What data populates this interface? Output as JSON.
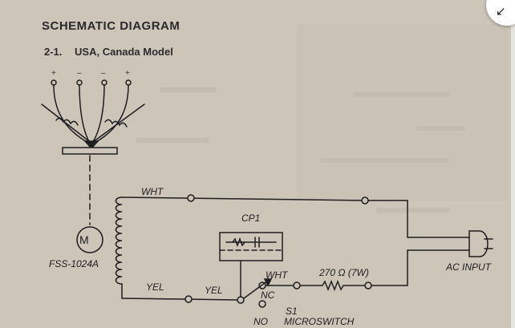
{
  "heading": "SCHEMATIC DIAGRAM",
  "section": {
    "number": "2-1.",
    "title": "USA, Canada Model"
  },
  "terminals": {
    "t1": "+",
    "t2": "–",
    "t3": "–",
    "t4": "+"
  },
  "labels": {
    "wht_top": "WHT",
    "motor": "M",
    "motor_model": "FSS-1024A",
    "yel_left": "YEL",
    "yel_right": "YEL",
    "cp1": "CP1",
    "wht_switch": "WHT",
    "resistor": "270 Ω (7W)",
    "nc": "NC",
    "no": "NO",
    "s1": "S1",
    "microswitch": "MICROSWITCH",
    "ac_input": "AC INPUT",
    "corner_icon": "↙"
  },
  "colors": {
    "paper": "#ccc6b9",
    "ink": "#1e1e1e"
  }
}
